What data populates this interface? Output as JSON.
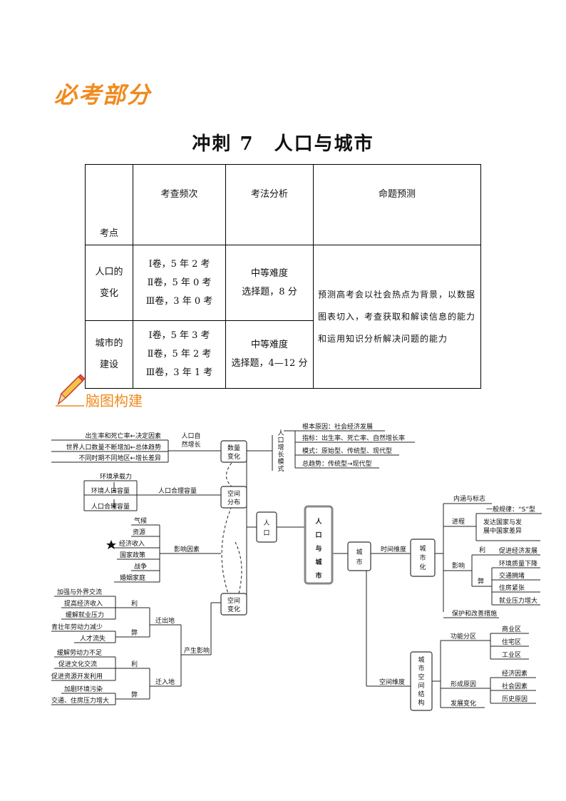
{
  "section_title": "必考部分",
  "main_title": "冲刺 7　人口与城市",
  "table": {
    "headers": [
      "考点",
      "考查频次",
      "考法分析",
      "命题预测"
    ],
    "rows": [
      {
        "topic": "人口的\n变化",
        "freq": [
          "Ⅰ卷，5 年 2 考",
          "Ⅱ卷，5 年 0 考",
          "Ⅲ卷，3 年 0 考"
        ],
        "analysis": [
          "中等难度",
          "选择题，8 分"
        ]
      },
      {
        "topic": "城市的\n建设",
        "freq": [
          "Ⅰ卷，5 年 3 考",
          "Ⅱ卷，5 年 2 考",
          "Ⅲ卷，3 年 1 考"
        ],
        "analysis": [
          "中等难度",
          "选择题，4—12 分"
        ]
      }
    ],
    "prediction": "预测高考会以社会热点为背景，以数据图表切入，考查获取和解读信息的能力和运用知识分析解决问题的能力"
  },
  "mind_map_title": "脑图构建",
  "mind_map": {
    "center": "人口与城市",
    "population": "人口",
    "city": "城市",
    "urbanization": "城市化",
    "city_structure": "城市空间结构",
    "quantity_change": "数量变化",
    "spatial_distribution": "空间分布",
    "spatial_change": "空间变化",
    "natural_growth": "人口自然增长",
    "growth_mode": "人口增长模式",
    "nat_items": [
      "出生率和死亡率←决定因素",
      "世界人口数量不断增加←总体趋势",
      "不同时期不同地区←增长差异"
    ],
    "mode_items": [
      "根本原因：社会经济发展",
      "指标：出生率、死亡率、自然增长率",
      "模式：原始型、传统型、现代型",
      "总趋势：传统型→现代型"
    ],
    "capacity_label": "人口合理容量",
    "capacity_items": [
      "环境承载力",
      "环境人口容量",
      "人口合理容量"
    ],
    "influence_label": "影响因素",
    "influence_items": [
      "气候",
      "资源",
      "经济收入",
      "国家政策",
      "战争",
      "婚姻家庭"
    ],
    "effect_label": "产生影响",
    "emigration": "迁出地",
    "immigration": "迁入地",
    "benefit": "利",
    "harm": "弊",
    "out_benefit": [
      "加强与外界交流",
      "提高经济收入",
      "缓解就业压力"
    ],
    "out_harm": [
      "青壮年劳动力减少",
      "人才流失"
    ],
    "in_benefit": [
      "缓解劳动力不足",
      "促进文化交流",
      "促进资源开发利用"
    ],
    "in_harm": [
      "加剧环境污染",
      "交通、住房压力增大"
    ],
    "time_dim": "时间维度",
    "space_dim": "空间维度",
    "connotation": "内涵与标志",
    "process": "进程",
    "process_items": [
      "一般规律：“S”型",
      "发达国家与发展中国家差异"
    ],
    "impact": "影响",
    "impact_benefit": "促进经济发展",
    "impact_harm": [
      "环境质量下降",
      "交通拥堵",
      "住房紧张",
      "就业压力增大"
    ],
    "protection": "保护和改善措施",
    "func_zone": "功能分区",
    "zones": [
      "商业区",
      "住宅区",
      "工业区"
    ],
    "cause": "形成原因",
    "causes": [
      "经济因素",
      "社会因素",
      "历史原因"
    ],
    "development": "发展变化",
    "colors": {
      "accent": "#f08a1e",
      "center_border": "#888888"
    }
  }
}
